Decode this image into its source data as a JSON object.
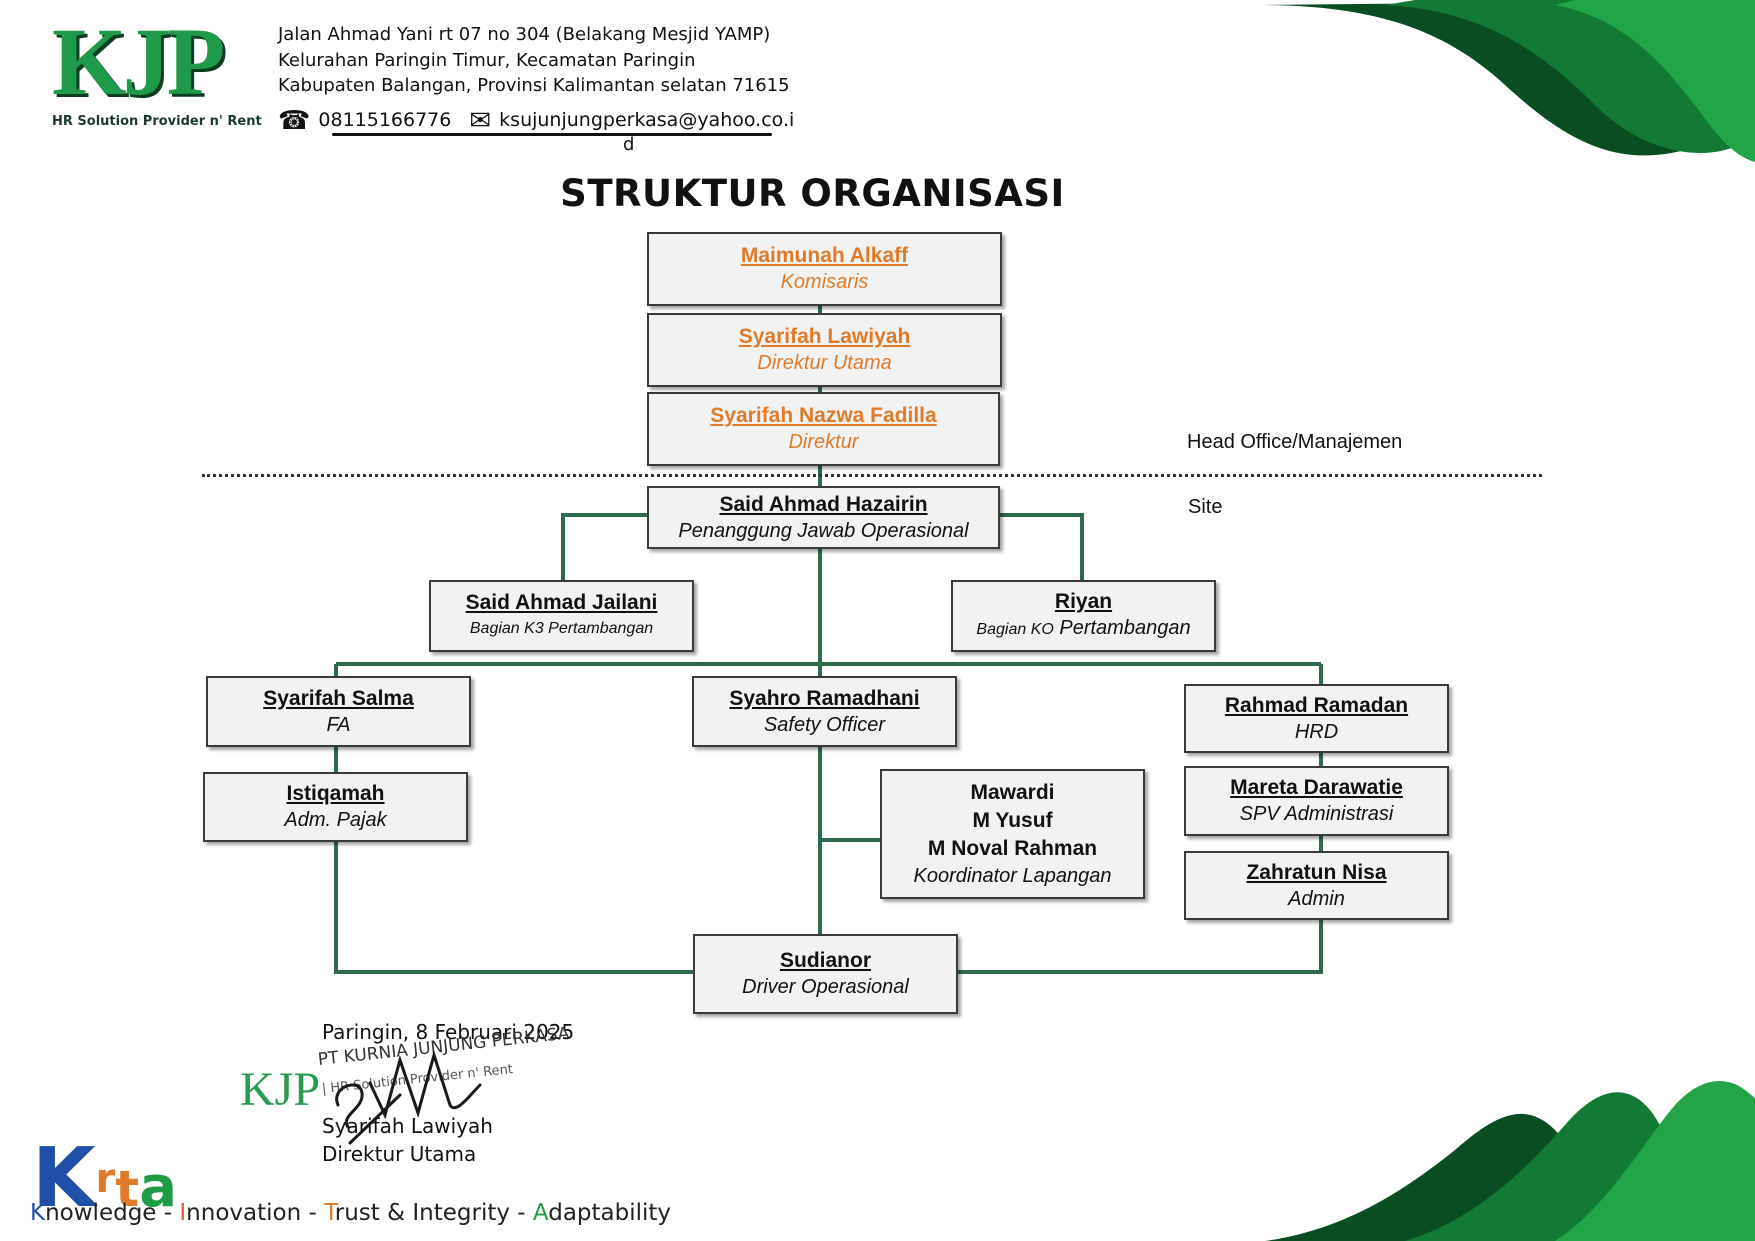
{
  "header": {
    "logo_text": "KJP",
    "logo_subtitle": "HR Solution Provider n' Rent",
    "address_lines": [
      "Jalan Ahmad Yani  rt 07 no 304  (Belakang Mesjid YAMP)",
      "Kelurahan Paringin Timur, Kecamatan Paringin",
      "Kabupaten Balangan, Provinsi Kalimantan selatan 71615"
    ],
    "phone_icon": "phone-icon",
    "phone": "08115166776",
    "email_icon": "envelope-icon",
    "email": "ksujunjungperkasa@yahoo.co.i",
    "email_tail": "d",
    "brand_colors": {
      "green_dark": "#0b4d22",
      "green": "#1f9b45",
      "accent_orange": "#e07b2a",
      "connector": "#2e6b4a"
    }
  },
  "title": "STRUKTUR ORGANISASI",
  "zones": {
    "head_office": "Head Office/Manajemen",
    "site": "Site"
  },
  "org": {
    "komisaris": {
      "name": "Maimunah Alkaff",
      "role": "Komisaris"
    },
    "dirut": {
      "name": "Syarifah Lawiyah",
      "role": "Direktur Utama"
    },
    "direktur": {
      "name": "Syarifah Nazwa Fadilla",
      "role": "Direktur"
    },
    "pjo": {
      "name": "Said Ahmad Hazairin",
      "role": "Penanggung Jawab Operasional"
    },
    "k3": {
      "name": "Said Ahmad Jailani",
      "role": "Bagian K3  Pertambangan"
    },
    "ko": {
      "name": "Riyan",
      "role_small": "Bagian KO",
      "role_rest": "Pertambangan"
    },
    "fa": {
      "name": "Syarifah Salma",
      "role": "FA"
    },
    "pajak": {
      "name": "Istiqamah",
      "role": "Adm. Pajak"
    },
    "safety": {
      "name": "Syahro Ramadhani",
      "role": "Safety Officer"
    },
    "koordinator": {
      "names": [
        "Mawardi",
        "M Yusuf",
        "M Noval Rahman"
      ],
      "role": "Koordinator Lapangan"
    },
    "hrd": {
      "name": "Rahmad Ramadan",
      "role": "HRD"
    },
    "spv": {
      "name": "Mareta Darawatie",
      "role": "SPV Administrasi"
    },
    "admin": {
      "name": "Zahratun Nisa",
      "role": "Admin"
    },
    "driver": {
      "name": "Sudianor",
      "role": "Driver Operasional"
    }
  },
  "signature": {
    "place_date": "Paringin, 8 Februari 2025",
    "stamp_logo": "KJP",
    "stamp_company": "PT KURNIA JUNJUNG PERKASA",
    "stamp_sub": "| HR Solution Provider n' Rent",
    "name": "Syarifah Lawiyah",
    "title": "Direktur Utama"
  },
  "footer": {
    "logo_letters": [
      "K",
      "r",
      "t",
      "a"
    ],
    "logo_colors": [
      "#1f4fa8",
      "#e07b2a",
      "#e07b2a",
      "#1f9b45"
    ],
    "tagline": [
      {
        "initial": "K",
        "rest": "nowledge",
        "color": "#1f4fa8"
      },
      {
        "initial": "I",
        "rest": "nnovation",
        "color": "#e8544a"
      },
      {
        "initial": "T",
        "rest": "rust & Integrity",
        "color": "#e07b2a"
      },
      {
        "initial": "A",
        "rest": "daptability",
        "color": "#1f9b45"
      }
    ],
    "separator": " - "
  }
}
